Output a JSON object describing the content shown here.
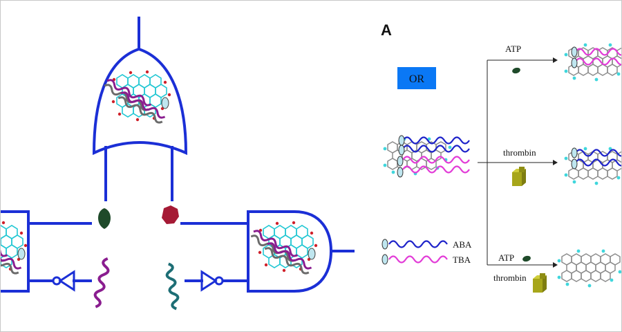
{
  "panel_label": "A",
  "logic_box_label": "OR",
  "branches": [
    {
      "inputs": [
        "ATP"
      ]
    },
    {
      "inputs": [
        "thrombin"
      ]
    },
    {
      "inputs": [
        "ATP",
        "thrombin"
      ]
    }
  ],
  "legend": [
    {
      "label": "ABA",
      "color": "#1d22c9"
    },
    {
      "label": "TBA",
      "color": "#e23bd7"
    }
  ],
  "colors": {
    "wire": "#1b2fd6",
    "or_box": "#0a78f5",
    "atp_molecule": "#1f4a2a",
    "thrombin_molecule": "#a7a61a",
    "dna_purple": "#8a1d8f",
    "dna_teal": "#1d6e75",
    "graphene_cyan": "#1ecfd8",
    "graphene_gray": "#9a9a9a"
  }
}
